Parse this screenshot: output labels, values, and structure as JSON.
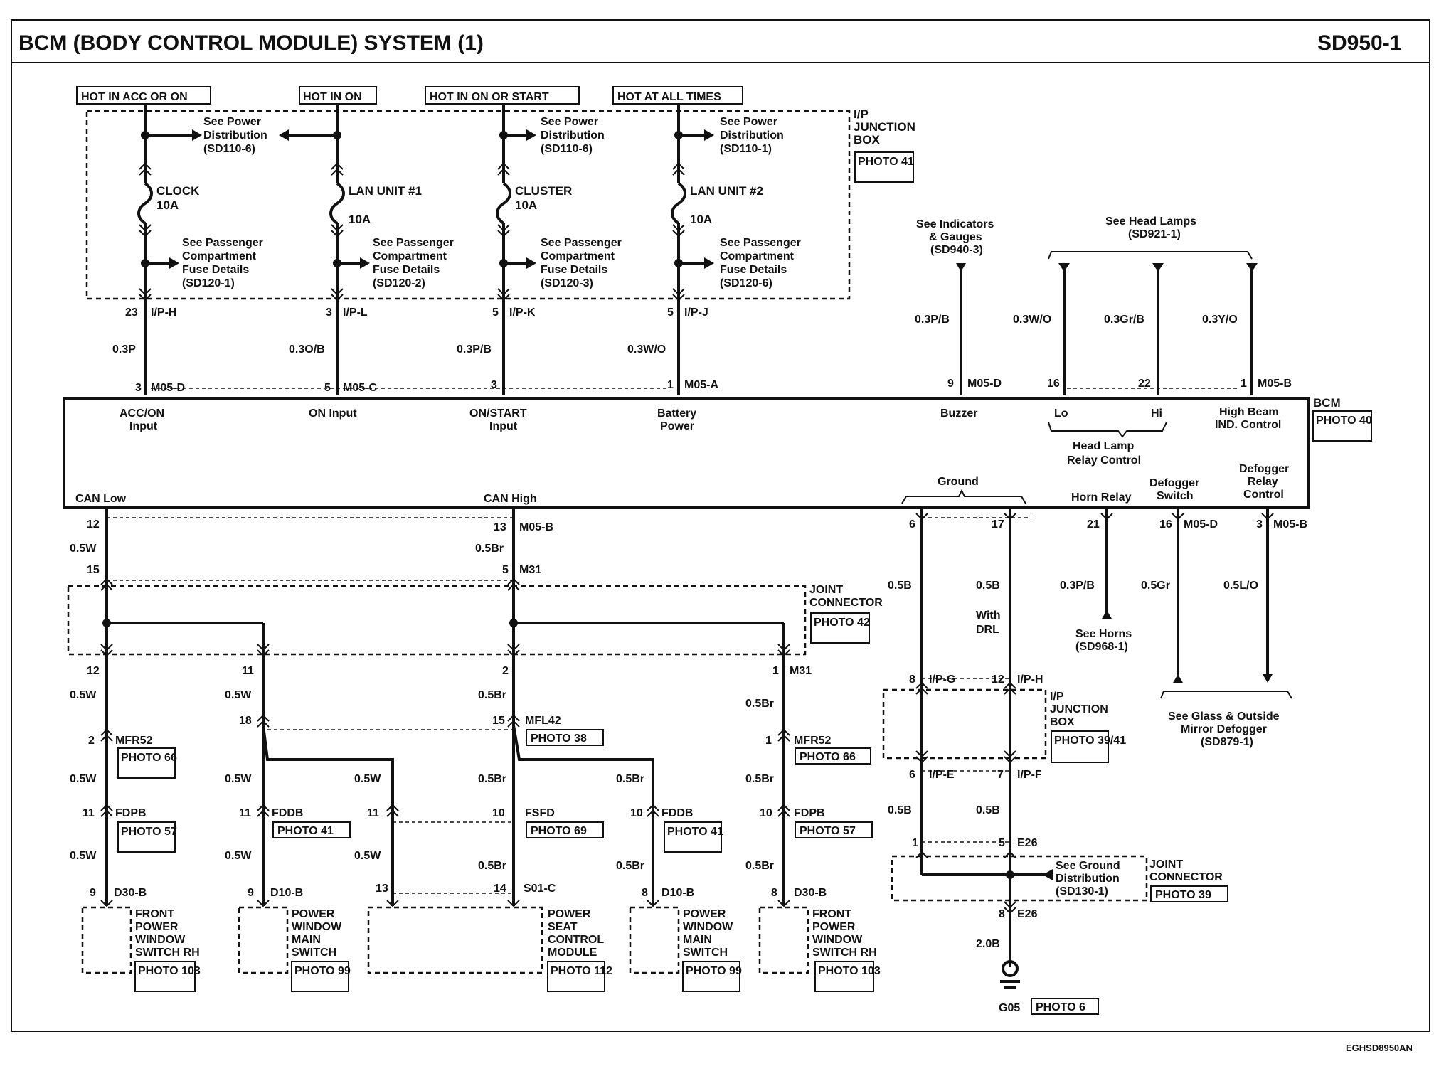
{
  "header": {
    "title": "BCM (BODY CONTROL MODULE) SYSTEM (1)",
    "code": "SD950-1"
  },
  "footer": {
    "code": "EGHSD8950AN"
  },
  "power": {
    "hot_labels": [
      "HOT IN ACC OR ON",
      "HOT IN ON",
      "HOT IN ON OR START",
      "HOT AT ALL TIMES"
    ],
    "junction_box": {
      "title": "I/P JUNCTION BOX",
      "photo": "PHOTO 41"
    },
    "fuses": [
      {
        "name": "CLOCK",
        "rating": "10A",
        "dist": [
          "See Power",
          "Distribution",
          "(SD110-6)"
        ],
        "details": [
          "See Passenger",
          "Compartment",
          "Fuse Details",
          "(SD120-1)"
        ],
        "pin": "23",
        "conn": "I/P-H",
        "wire": "0.3P",
        "bpin": "3",
        "bconn": "M05-D",
        "input": [
          "ACC/ON",
          "Input"
        ]
      },
      {
        "name": "LAN UNIT #1",
        "rating": "10A",
        "dist": [],
        "details": [
          "See Passenger",
          "Compartment",
          "Fuse Details",
          "(SD120-2)"
        ],
        "pin": "3",
        "conn": "I/P-L",
        "wire": "0.3O/B",
        "bpin": "5",
        "bconn": "M05-C",
        "input": [
          "ON Input"
        ]
      },
      {
        "name": "CLUSTER",
        "rating": "10A",
        "dist": [
          "See Power",
          "Distribution",
          "(SD110-6)"
        ],
        "details": [
          "See Passenger",
          "Compartment",
          "Fuse Details",
          "(SD120-3)"
        ],
        "pin": "5",
        "conn": "I/P-K",
        "wire": "0.3P/B",
        "bpin": "3",
        "bconn": "",
        "input": [
          "ON/START",
          "Input"
        ]
      },
      {
        "name": "LAN UNIT #2",
        "rating": "10A",
        "dist": [
          "See Power",
          "Distribution",
          "(SD110-1)"
        ],
        "details": [
          "See Passenger",
          "Compartment",
          "Fuse Details",
          "(SD120-6)"
        ],
        "pin": "5",
        "conn": "I/P-J",
        "wire": "0.3W/O",
        "bpin": "1",
        "bconn": "M05-A",
        "input": [
          "Battery",
          "Power"
        ]
      }
    ]
  },
  "top_right": {
    "indicators": [
      "See Indicators",
      "& Gauges",
      "(SD940-3)"
    ],
    "head_lamps": [
      "See Head Lamps",
      "(SD921-1)"
    ],
    "wires": [
      "0.3P/B",
      "0.3W/O",
      "0.3Gr/B",
      "0.3Y/O"
    ],
    "pins": [
      "9",
      "16",
      "22",
      "1"
    ],
    "conns": [
      "M05-D",
      "M05-B"
    ]
  },
  "bcm": {
    "title": "BCM",
    "photo": "PHOTO 40",
    "labels": {
      "buzzer": "Buzzer",
      "lo": "Lo",
      "hi": "Hi",
      "high_beam": [
        "High Beam",
        "IND. Control"
      ],
      "head_lamp_relay": [
        "Head Lamp",
        "Relay Control"
      ],
      "can_low": "CAN Low",
      "can_high": "CAN High",
      "ground": "Ground",
      "horn_relay": "Horn Relay",
      "defogger_switch": [
        "Defogger",
        "Switch"
      ],
      "defogger_relay": [
        "Defogger",
        "Relay",
        "Control"
      ]
    }
  },
  "can": {
    "pins_top": [
      "12",
      "13",
      "M05-B"
    ],
    "wires": [
      "0.5W",
      "0.5Br"
    ],
    "m31": {
      "pins": [
        "15",
        "5",
        "M31"
      ]
    },
    "joint": {
      "title": [
        "JOINT",
        "CONNECTOR"
      ],
      "photo": "PHOTO 42"
    },
    "branch_pins": [
      "12",
      "11",
      "2",
      "1",
      "M31"
    ]
  },
  "modules": [
    {
      "name": [
        "FRONT",
        "POWER",
        "WINDOW",
        "SWITCH RH"
      ],
      "photo": "PHOTO 103",
      "conn": "D30-B",
      "pin": "9"
    },
    {
      "name": [
        "POWER",
        "WINDOW",
        "MAIN",
        "SWITCH"
      ],
      "photo": "PHOTO 99",
      "conn": "D10-B",
      "pin": "9"
    },
    {
      "name": [
        "POWER",
        "SEAT",
        "CONTROL",
        "MODULE"
      ],
      "photo": "PHOTO 112",
      "conn": "S01-C",
      "pin": "14"
    },
    {
      "name": [
        "POWER",
        "WINDOW",
        "MAIN",
        "SWITCH"
      ],
      "photo": "PHOTO 99",
      "conn": "D10-B",
      "pin": "8"
    },
    {
      "name": [
        "FRONT",
        "POWER",
        "WINDOW",
        "SWITCH RH"
      ],
      "photo": "PHOTO 103",
      "conn": "D30-B",
      "pin": "8"
    }
  ],
  "mid_conns": {
    "mfr52": "MFR52",
    "photo66": "PHOTO 66",
    "fdpb": "FDPB",
    "photo57": "PHOTO 57",
    "fddb": "FDDB",
    "photo41": "PHOTO 41",
    "mfl42": "MFL42",
    "photo38": "PHOTO 38",
    "fsfd": "FSFD",
    "photo69": "PHOTO 69"
  },
  "ground": {
    "pins": [
      "6",
      "17"
    ],
    "wire": "0.5B",
    "with_drl": [
      "With",
      "DRL"
    ],
    "ip_g": "I/P-G",
    "ip_h": "I/P-H",
    "ip_e": "I/P-E",
    "ip_f": "I/P-F",
    "jb": {
      "title": [
        "I/P",
        "JUNCTION",
        "BOX"
      ],
      "photo": "PHOTO 39/41"
    },
    "e26": "E26",
    "gnd_dist": [
      "See Ground",
      "Distribution",
      "(SD130-1)"
    ],
    "joint": {
      "title": [
        "JOINT",
        "CONNECTOR"
      ],
      "photo": "PHOTO 39"
    },
    "main_wire": "2.0B",
    "g05": "G05",
    "g05_photo": "PHOTO 6"
  },
  "horn": {
    "pin": "21",
    "wire": "0.3P/B",
    "see": [
      "See Horns",
      "(SD968-1)"
    ]
  },
  "defog": {
    "pins": [
      "16",
      "3"
    ],
    "conns": [
      "M05-D",
      "M05-B"
    ],
    "wires": [
      "0.5Gr",
      "0.5L/O"
    ],
    "see": [
      "See Glass & Outside",
      "Mirror Defogger",
      "(SD879-1)"
    ]
  }
}
